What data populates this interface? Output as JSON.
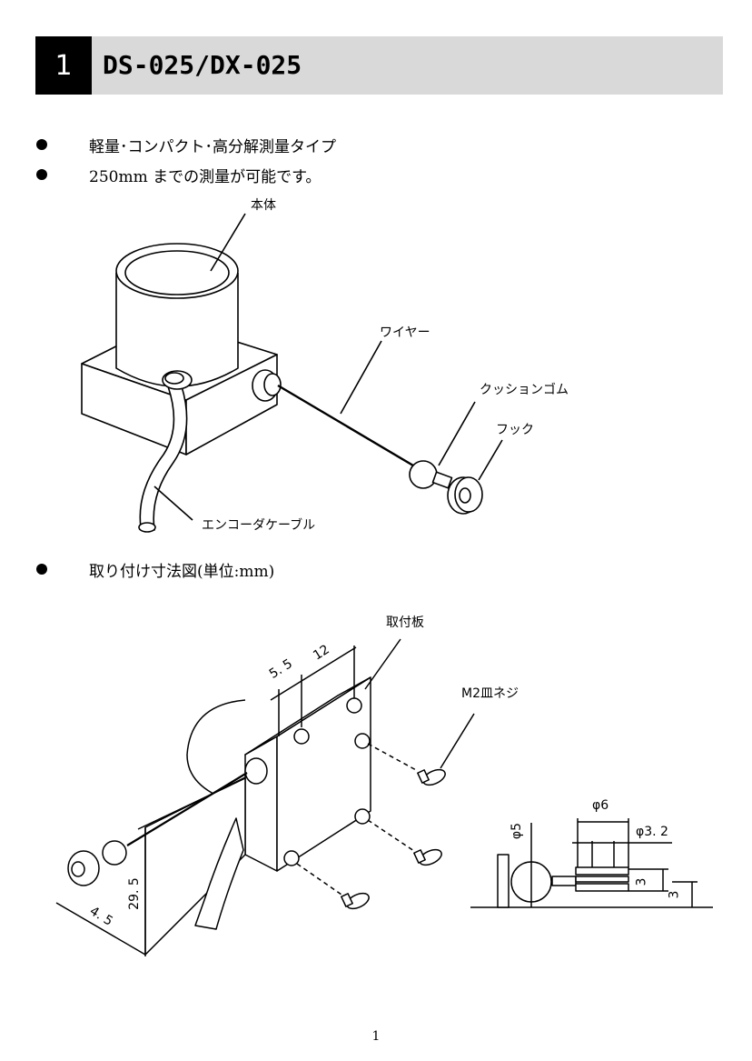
{
  "header": {
    "number": "1",
    "title": "DS-025/DX-025"
  },
  "bullets": [
    "軽量･コンパクト･高分解測量タイプ",
    "250mm までの測量が可能です。",
    "取り付け寸法図(単位:mm)"
  ],
  "figure1": {
    "labels": {
      "body": "本体",
      "wire": "ワイヤー",
      "cushion": "クッションゴム",
      "hook": "フック",
      "cable": "エンコーダケーブル"
    }
  },
  "figure2": {
    "labels": {
      "plate": "取付板",
      "screw": "M2皿ネジ"
    },
    "dimensions": {
      "d55": "5. 5",
      "d12": "12",
      "d295": "29. 5",
      "d45": "4. 5",
      "phi6": "φ6",
      "phi32": "φ3. 2",
      "phi5": "φ5",
      "d3a": "3",
      "d3b": "3"
    }
  },
  "page_number": "1"
}
